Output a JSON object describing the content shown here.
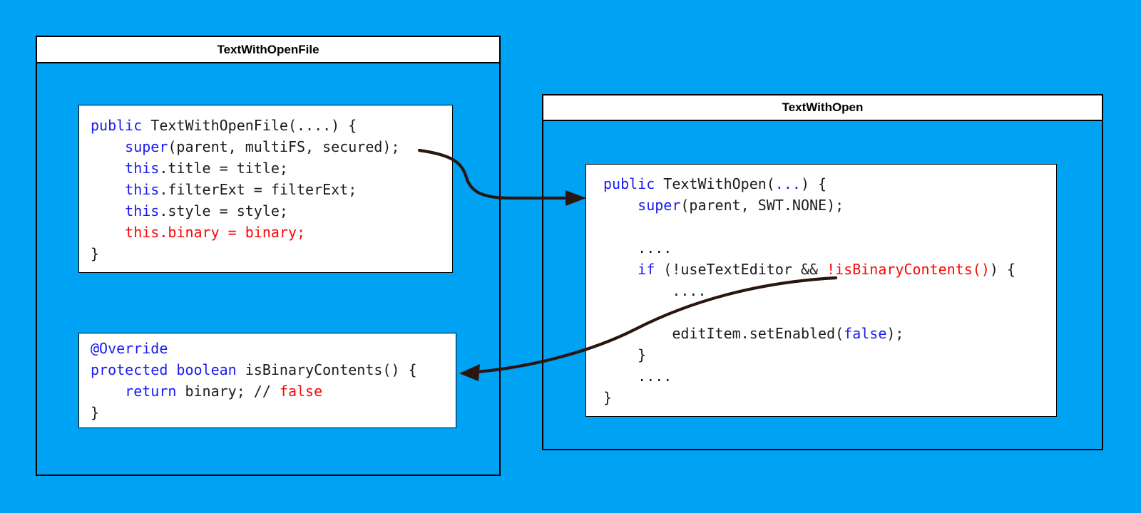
{
  "colors": {
    "background": "#00A2F4",
    "keyword_blue": "#1a1aef",
    "highlight_red": "#fa0505",
    "code_text": "#1b1b1b",
    "arrow": "#2a150f",
    "box_fill": "#ffffff",
    "box_border": "#000000"
  },
  "boxes": {
    "left": {
      "title": "TextWithOpenFile"
    },
    "right": {
      "title": "TextWithOpen"
    }
  },
  "code_blocks": {
    "file_constructor": {
      "lines": [
        [
          {
            "t": "public",
            "c": "kw"
          },
          {
            "t": " TextWithOpenFile(....) {"
          }
        ],
        [
          {
            "t": "    "
          },
          {
            "t": "super",
            "c": "kw"
          },
          {
            "t": "(parent, multiFS, secured);"
          }
        ],
        [
          {
            "t": "    "
          },
          {
            "t": "this",
            "c": "kw"
          },
          {
            "t": ".title = title;"
          }
        ],
        [
          {
            "t": "    "
          },
          {
            "t": "this",
            "c": "kw"
          },
          {
            "t": ".filterExt = filterExt;"
          }
        ],
        [
          {
            "t": "    "
          },
          {
            "t": "this",
            "c": "kw"
          },
          {
            "t": ".style = style;"
          }
        ],
        [
          {
            "t": "    "
          },
          {
            "t": "this.binary = binary;",
            "c": "red"
          }
        ],
        [
          {
            "t": "}"
          }
        ]
      ]
    },
    "override_method": {
      "lines": [
        [
          {
            "t": "@Override",
            "c": "kw"
          }
        ],
        [
          {
            "t": "protected boolean",
            "c": "kw"
          },
          {
            "t": " isBinaryContents() {"
          }
        ],
        [
          {
            "t": "    "
          },
          {
            "t": "return",
            "c": "kw"
          },
          {
            "t": " binary; // "
          },
          {
            "t": "false",
            "c": "red"
          }
        ],
        [
          {
            "t": "}"
          }
        ]
      ]
    },
    "open_constructor": {
      "lines": [
        [
          {
            "t": "public",
            "c": "kw"
          },
          {
            "t": " TextWithOpen("
          },
          {
            "t": "...",
            "c": "kw"
          },
          {
            "t": ") {"
          }
        ],
        [
          {
            "t": "    "
          },
          {
            "t": "super",
            "c": "kw"
          },
          {
            "t": "(parent, SWT.NONE);"
          }
        ],
        [
          {
            "t": ""
          }
        ],
        [
          {
            "t": "    ...."
          }
        ],
        [
          {
            "t": "    "
          },
          {
            "t": "if",
            "c": "kw"
          },
          {
            "t": " (!useTextEditor && "
          },
          {
            "t": "!isBinaryContents()",
            "c": "red"
          },
          {
            "t": ") {"
          }
        ],
        [
          {
            "t": "        ...."
          }
        ],
        [
          {
            "t": ""
          }
        ],
        [
          {
            "t": "        editItem.setEnabled("
          },
          {
            "t": "false",
            "c": "kw"
          },
          {
            "t": ");"
          }
        ],
        [
          {
            "t": "    }"
          }
        ],
        [
          {
            "t": "    ...."
          }
        ],
        [
          {
            "t": "}"
          }
        ]
      ]
    }
  },
  "arrows": [
    {
      "name": "arrow-super-call",
      "from": "super(parent, multiFS, secured);",
      "to": "TextWithOpen constructor"
    },
    {
      "name": "arrow-isbinarycontents-call",
      "from": "!isBinaryContents()",
      "to": "isBinaryContents() override"
    }
  ]
}
